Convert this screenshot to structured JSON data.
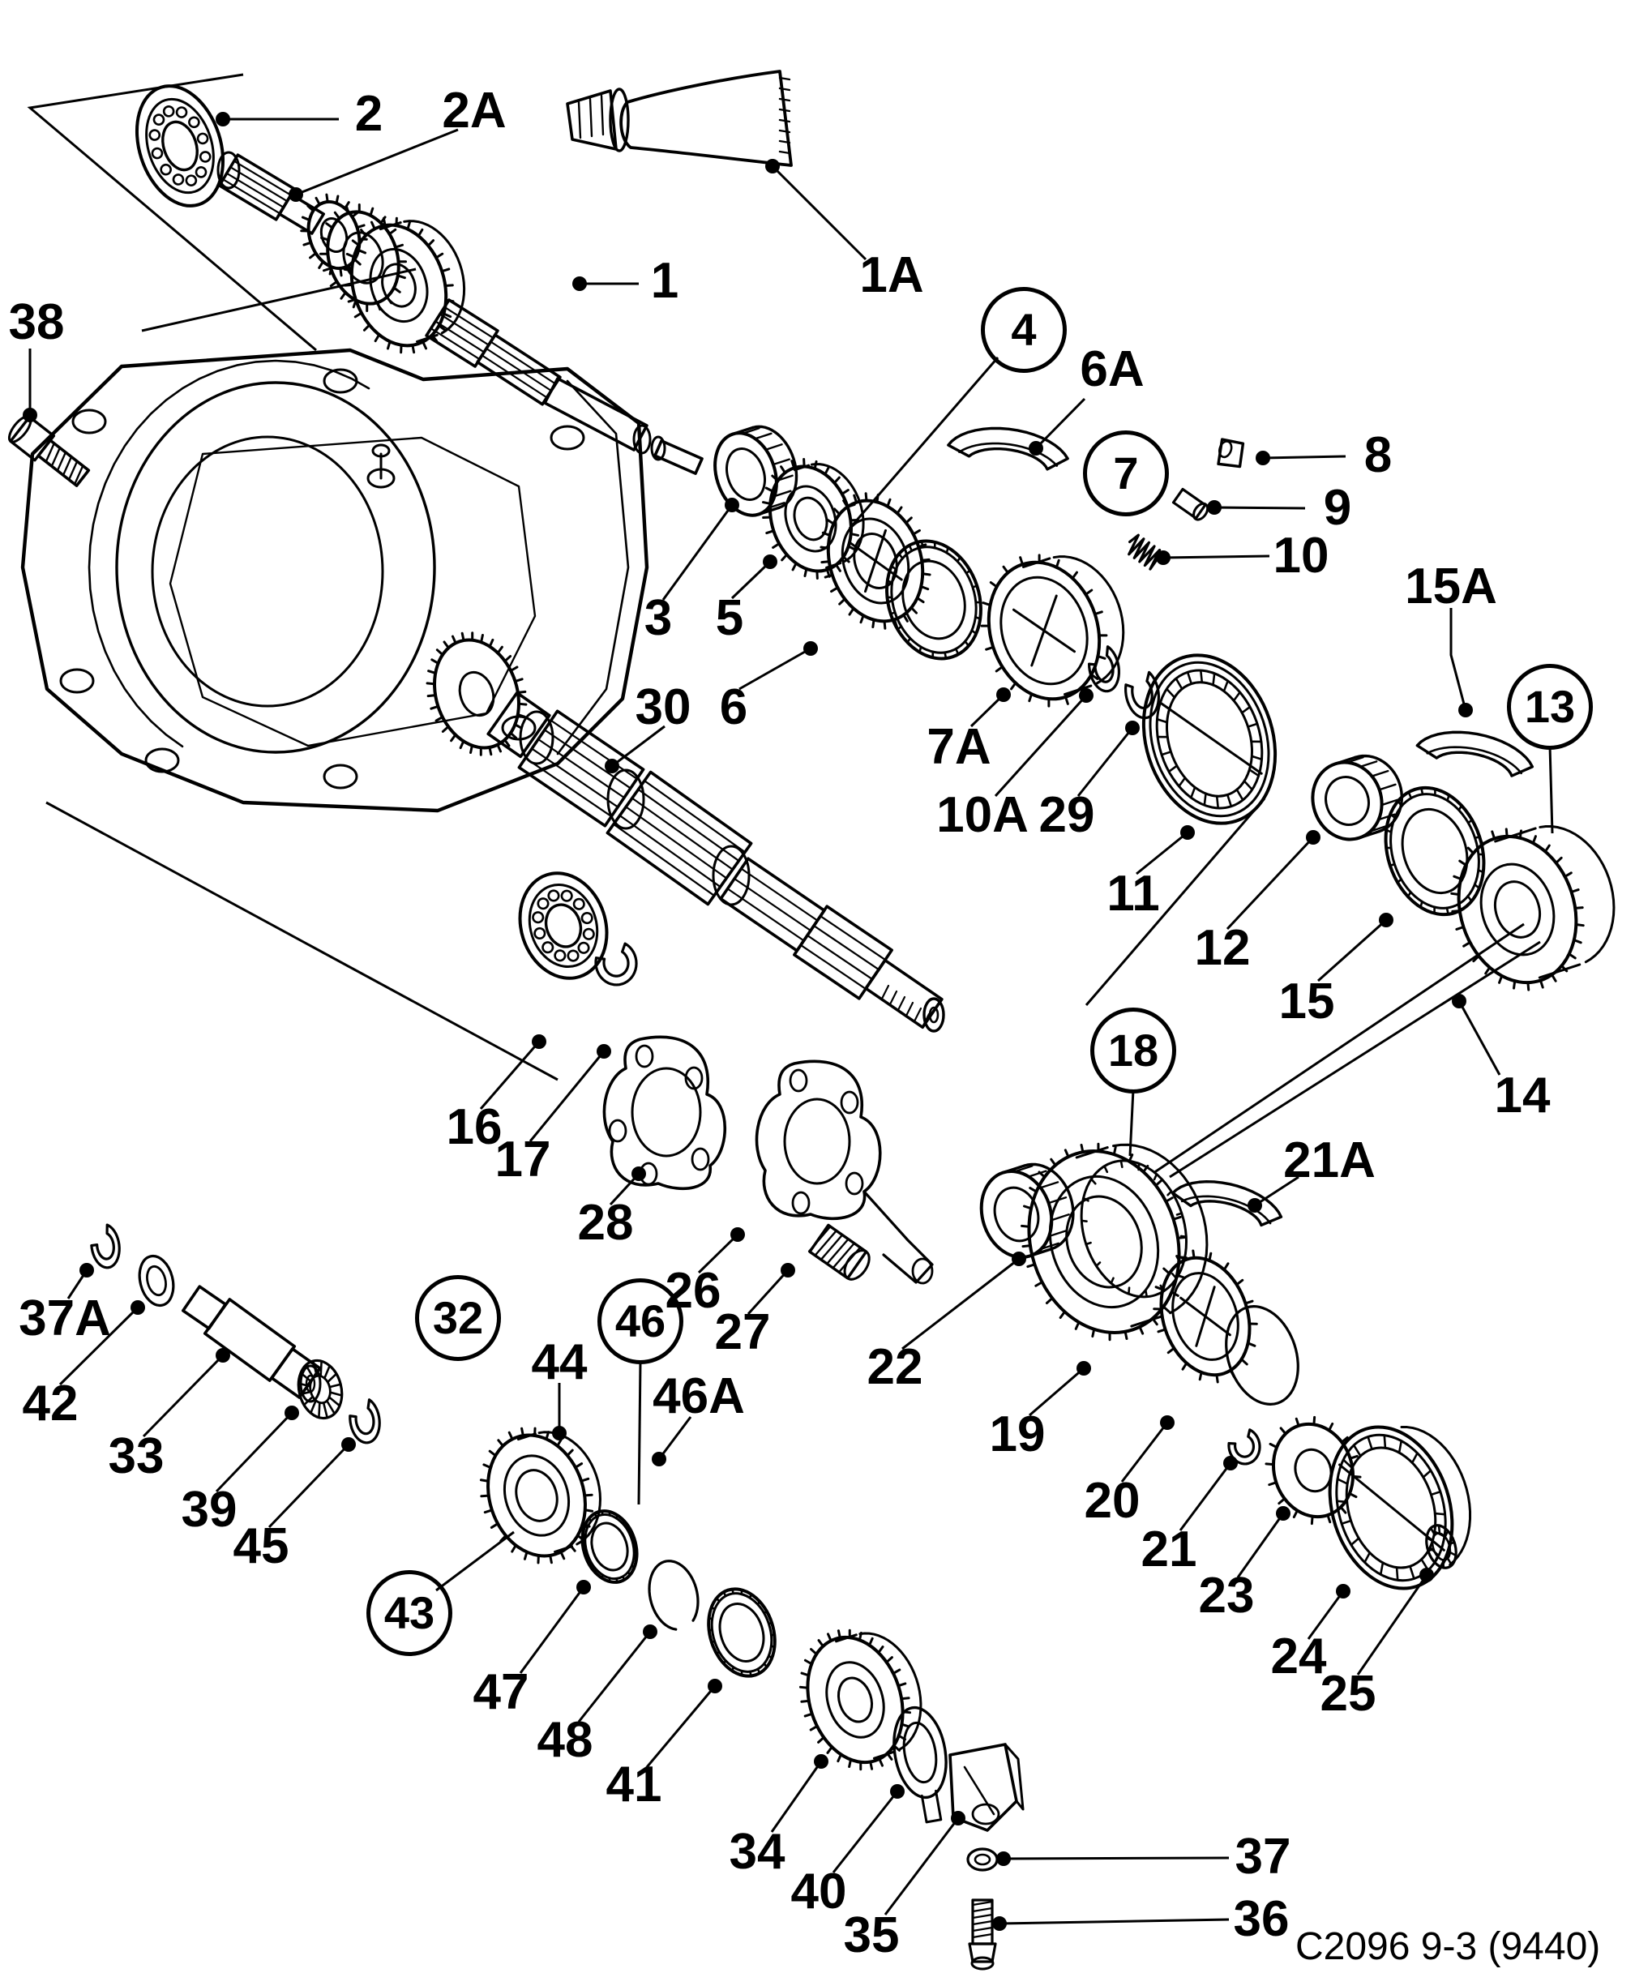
{
  "labels": {
    "n1": "1",
    "n1a": "1A",
    "n2": "2",
    "n2a": "2A",
    "n3": "3",
    "n4": "4",
    "n5": "5",
    "n6": "6",
    "n6a": "6A",
    "n7": "7",
    "n7a": "7A",
    "n8": "8",
    "n9": "9",
    "n10": "10",
    "n10a": "10A",
    "n11": "11",
    "n12": "12",
    "n13": "13",
    "n14": "14",
    "n15": "15",
    "n15a": "15A",
    "n16": "16",
    "n17": "17",
    "n18": "18",
    "n19": "19",
    "n20": "20",
    "n21": "21",
    "n21a": "21A",
    "n22": "22",
    "n23": "23",
    "n24": "24",
    "n25": "25",
    "n26": "26",
    "n27": "27",
    "n28": "28",
    "n29": "29",
    "n30": "30",
    "n32": "32",
    "n33": "33",
    "n34": "34",
    "n35": "35",
    "n36": "36",
    "n37": "37",
    "n37a": "37A",
    "n38": "38",
    "n39": "39",
    "n40": "40",
    "n41": "41",
    "n42": "42",
    "n43": "43",
    "n44": "44",
    "n45": "45",
    "n46": "46",
    "n46a": "46A",
    "n47": "47",
    "n48": "48"
  },
  "footer": {
    "code": "C2096 9-3 (9440)"
  }
}
